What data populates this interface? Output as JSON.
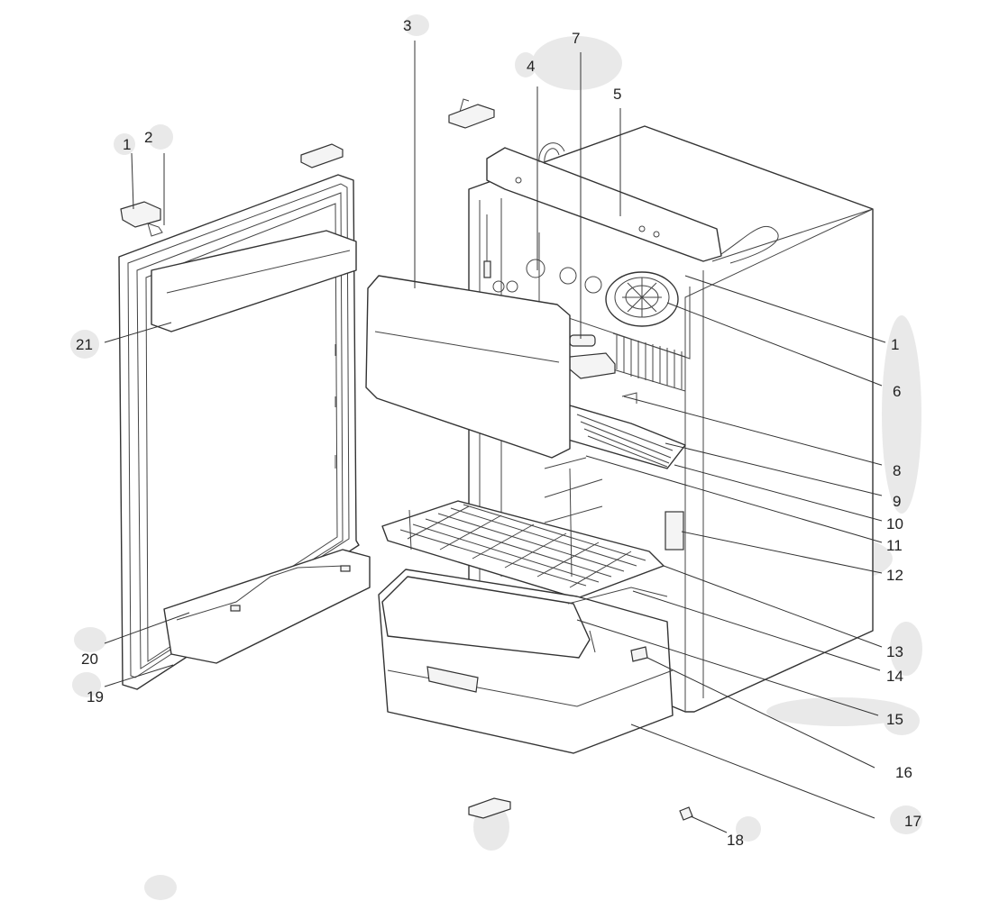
{
  "diagram": {
    "callouts": [
      {
        "id": "c1a",
        "label": "1"
      },
      {
        "id": "c2",
        "label": "2"
      },
      {
        "id": "c3",
        "label": "3"
      },
      {
        "id": "c4",
        "label": "4"
      },
      {
        "id": "c5",
        "label": "5"
      },
      {
        "id": "c7",
        "label": "7"
      },
      {
        "id": "c21",
        "label": "21"
      },
      {
        "id": "c20",
        "label": "20"
      },
      {
        "id": "c19",
        "label": "19"
      },
      {
        "id": "c1b",
        "label": "1"
      },
      {
        "id": "c6",
        "label": "6"
      },
      {
        "id": "c8",
        "label": "8"
      },
      {
        "id": "c9",
        "label": "9"
      },
      {
        "id": "c10",
        "label": "10"
      },
      {
        "id": "c11",
        "label": "11"
      },
      {
        "id": "c12",
        "label": "12"
      },
      {
        "id": "c13",
        "label": "13"
      },
      {
        "id": "c14",
        "label": "14"
      },
      {
        "id": "c15",
        "label": "15"
      },
      {
        "id": "c16",
        "label": "16"
      },
      {
        "id": "c17",
        "label": "17"
      },
      {
        "id": "c18",
        "label": "18"
      }
    ]
  },
  "colors": {
    "line": "#333333",
    "background": "#ffffff",
    "smudge": "#e9e9e9"
  }
}
